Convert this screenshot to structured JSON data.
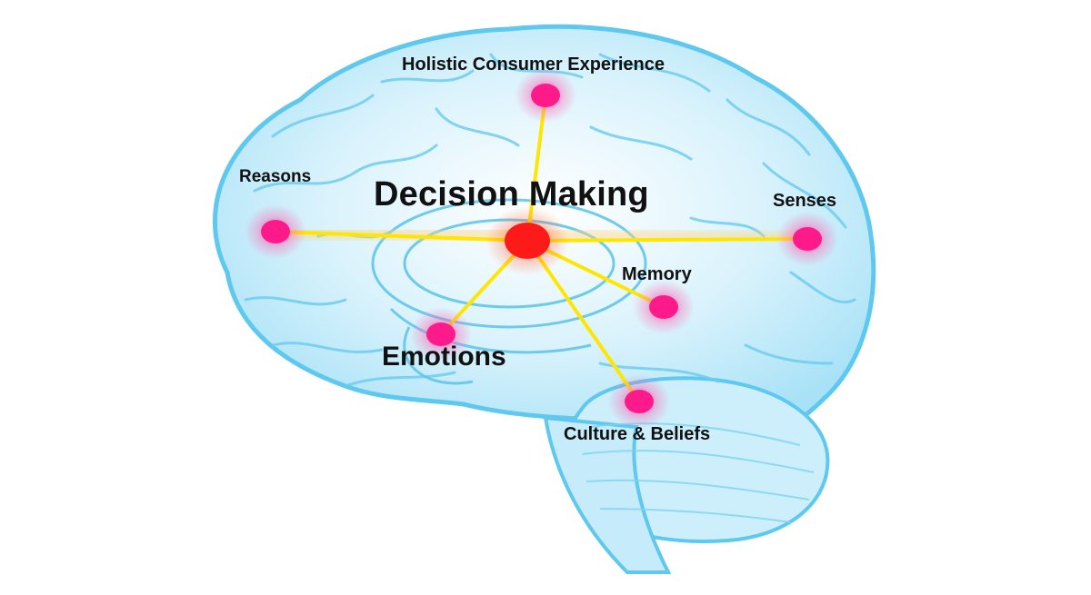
{
  "diagram": {
    "center_label": "Decision Making",
    "nodes": [
      {
        "id": "holistic",
        "label": "Holistic Consumer Experience"
      },
      {
        "id": "reasons",
        "label": "Reasons"
      },
      {
        "id": "senses",
        "label": "Senses"
      },
      {
        "id": "memory",
        "label": "Memory"
      },
      {
        "id": "emotions",
        "label": "Emotions"
      },
      {
        "id": "culture",
        "label": "Culture & Beliefs"
      }
    ]
  },
  "colors": {
    "brain_outline": "#5ec8ee",
    "brain_fill": "#d4f0fb",
    "connector": "#ffe600",
    "center_node": "#ff1a1a",
    "outer_node": "#ff1a8c",
    "label_text": "#111111"
  }
}
